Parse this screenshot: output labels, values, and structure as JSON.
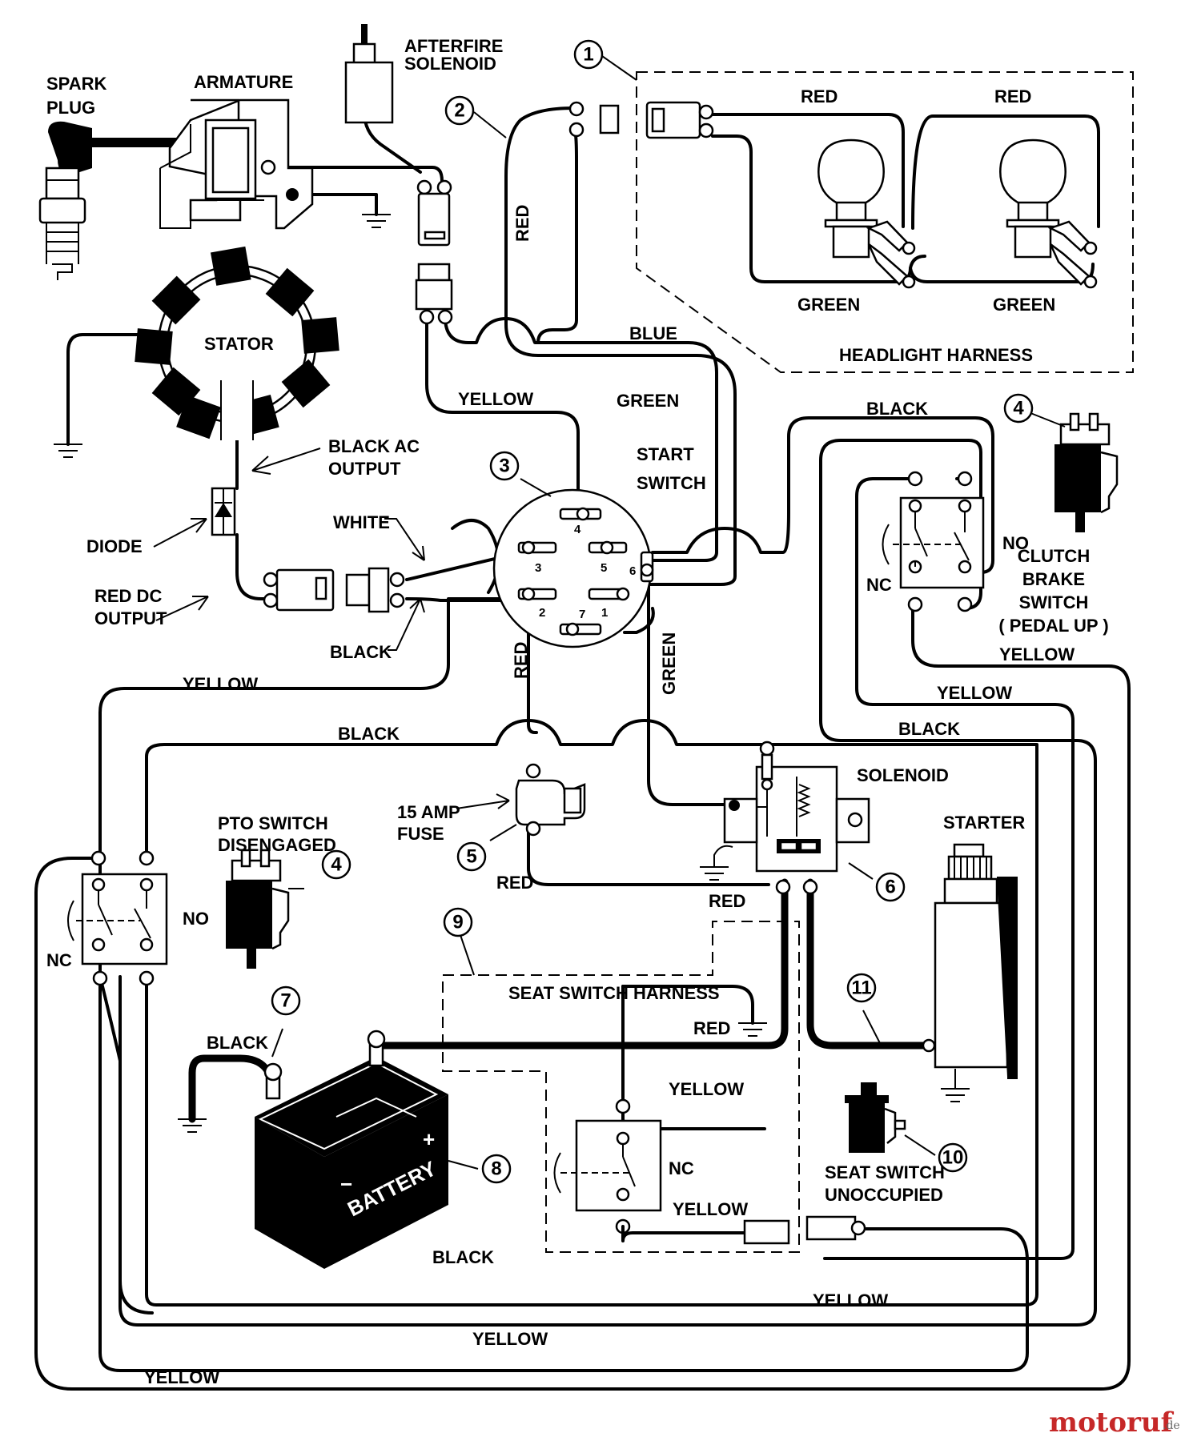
{
  "components": {
    "spark_plug": "SPARK\nPLUG",
    "armature": "ARMATURE",
    "afterfire_solenoid": "AFTERFIRE\nSOLENOID",
    "stator": "STATOR",
    "black_ac_output": "BLACK AC\nOUTPUT",
    "diode": "DIODE",
    "red_dc_output": "RED DC\nOUTPUT",
    "start_switch": "START\nSWITCH",
    "headlight_harness": "HEADLIGHT HARNESS",
    "clutch_brake_switch": "CLUTCH\nBRAKE\nSWITCH\n( PEDAL UP )",
    "pto_switch": "PTO SWITCH\nDISENGAGED",
    "fuse": "15 AMP\nFUSE",
    "solenoid": "SOLENOID",
    "starter": "STARTER",
    "seat_switch_harness": "SEAT SWITCH HARNESS",
    "seat_switch": "SEAT SWITCH\nUNOCCUPIED",
    "battery": "BATTERY"
  },
  "wires": {
    "red": "RED",
    "green": "GREEN",
    "blue": "BLUE",
    "yellow": "YELLOW",
    "black": "BLACK",
    "white": "WHITE"
  },
  "switch_states": {
    "no": "NO",
    "nc": "NC"
  },
  "start_switch_terminals": [
    "1",
    "2",
    "3",
    "4",
    "5",
    "6",
    "7"
  ],
  "callouts": [
    "1",
    "2",
    "3",
    "4",
    "5",
    "6",
    "7",
    "8",
    "9",
    "10",
    "11"
  ],
  "battery_polarity": {
    "plus": "+",
    "minus": "−"
  },
  "watermark": {
    "text": "motoruf",
    "suffix": ".de"
  }
}
